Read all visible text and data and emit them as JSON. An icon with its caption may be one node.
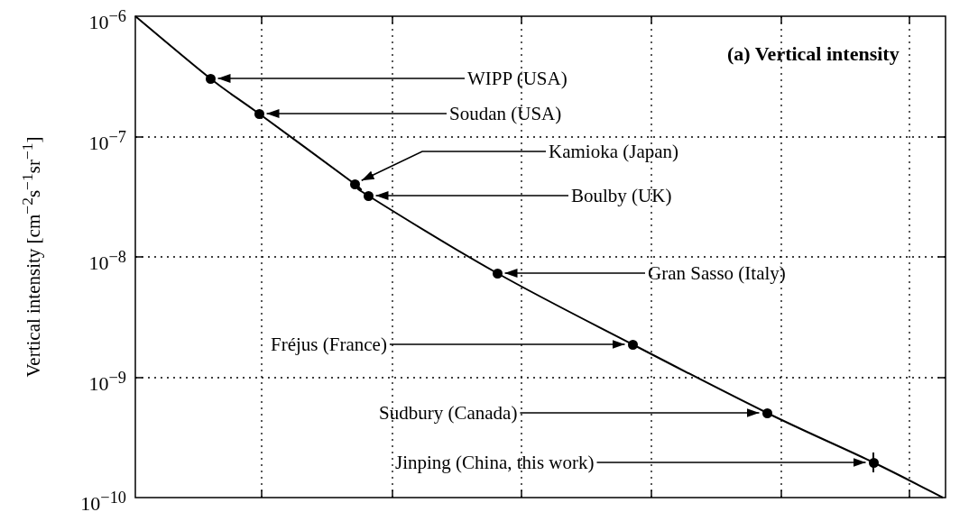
{
  "diagram": {
    "title": "(a) Vertical intensity",
    "nodes": [
      {
        "text": [
          "WIPP (USA)"
        ]
      },
      {
        "text": [
          "Soudan (USA)"
        ]
      },
      {
        "text": [
          "Kamioka (Japan)"
        ]
      },
      {
        "text": [
          "Boulby (UK)"
        ]
      },
      {
        "text": [
          "Gran Sasso (Italy)"
        ]
      },
      {
        "text": [
          "Fréjus (France)"
        ]
      },
      {
        "text": [
          "Sudbury (Canada)"
        ]
      },
      {
        "text": [
          "Jinping (China, this work)"
        ]
      },
      {
        "text": [],
        "shape": "circle"
      },
      {
        "text": [],
        "shape": "circle"
      },
      {
        "text": [],
        "shape": "circle"
      },
      {
        "text": [],
        "shape": "circle"
      },
      {
        "text": [],
        "shape": "circle"
      },
      {
        "text": [],
        "shape": "circle"
      },
      {
        "text": [],
        "shape": "circle"
      },
      {
        "text": [],
        "shape": "circle"
      }
    ],
    "edges": [
      {
        "from": 0,
        "to": 8,
        "arrow": "to"
      },
      {
        "from": 1,
        "to": 9,
        "arrow": "to"
      },
      {
        "from": 2,
        "to": 10,
        "arrow": "to"
      },
      {
        "from": 3,
        "to": 11,
        "arrow": "to"
      },
      {
        "from": 4,
        "to": 12,
        "arrow": "to"
      },
      {
        "from": 5,
        "to": 13,
        "arrow": "to"
      },
      {
        "from": 6,
        "to": 14,
        "arrow": "to"
      },
      {
        "from": 7,
        "to": 15,
        "arrow": "to"
      }
    ],
    "labels": [
      "10$^{−6}$",
      "Vertical intensity [cm$^{−2}$s$^{−1}$sr$^{−1}$]",
      "10$^{−7}$",
      "10$^{−8}$",
      "10$^{−9}$",
      "10$^{−10}$"
    ]
  }
}
